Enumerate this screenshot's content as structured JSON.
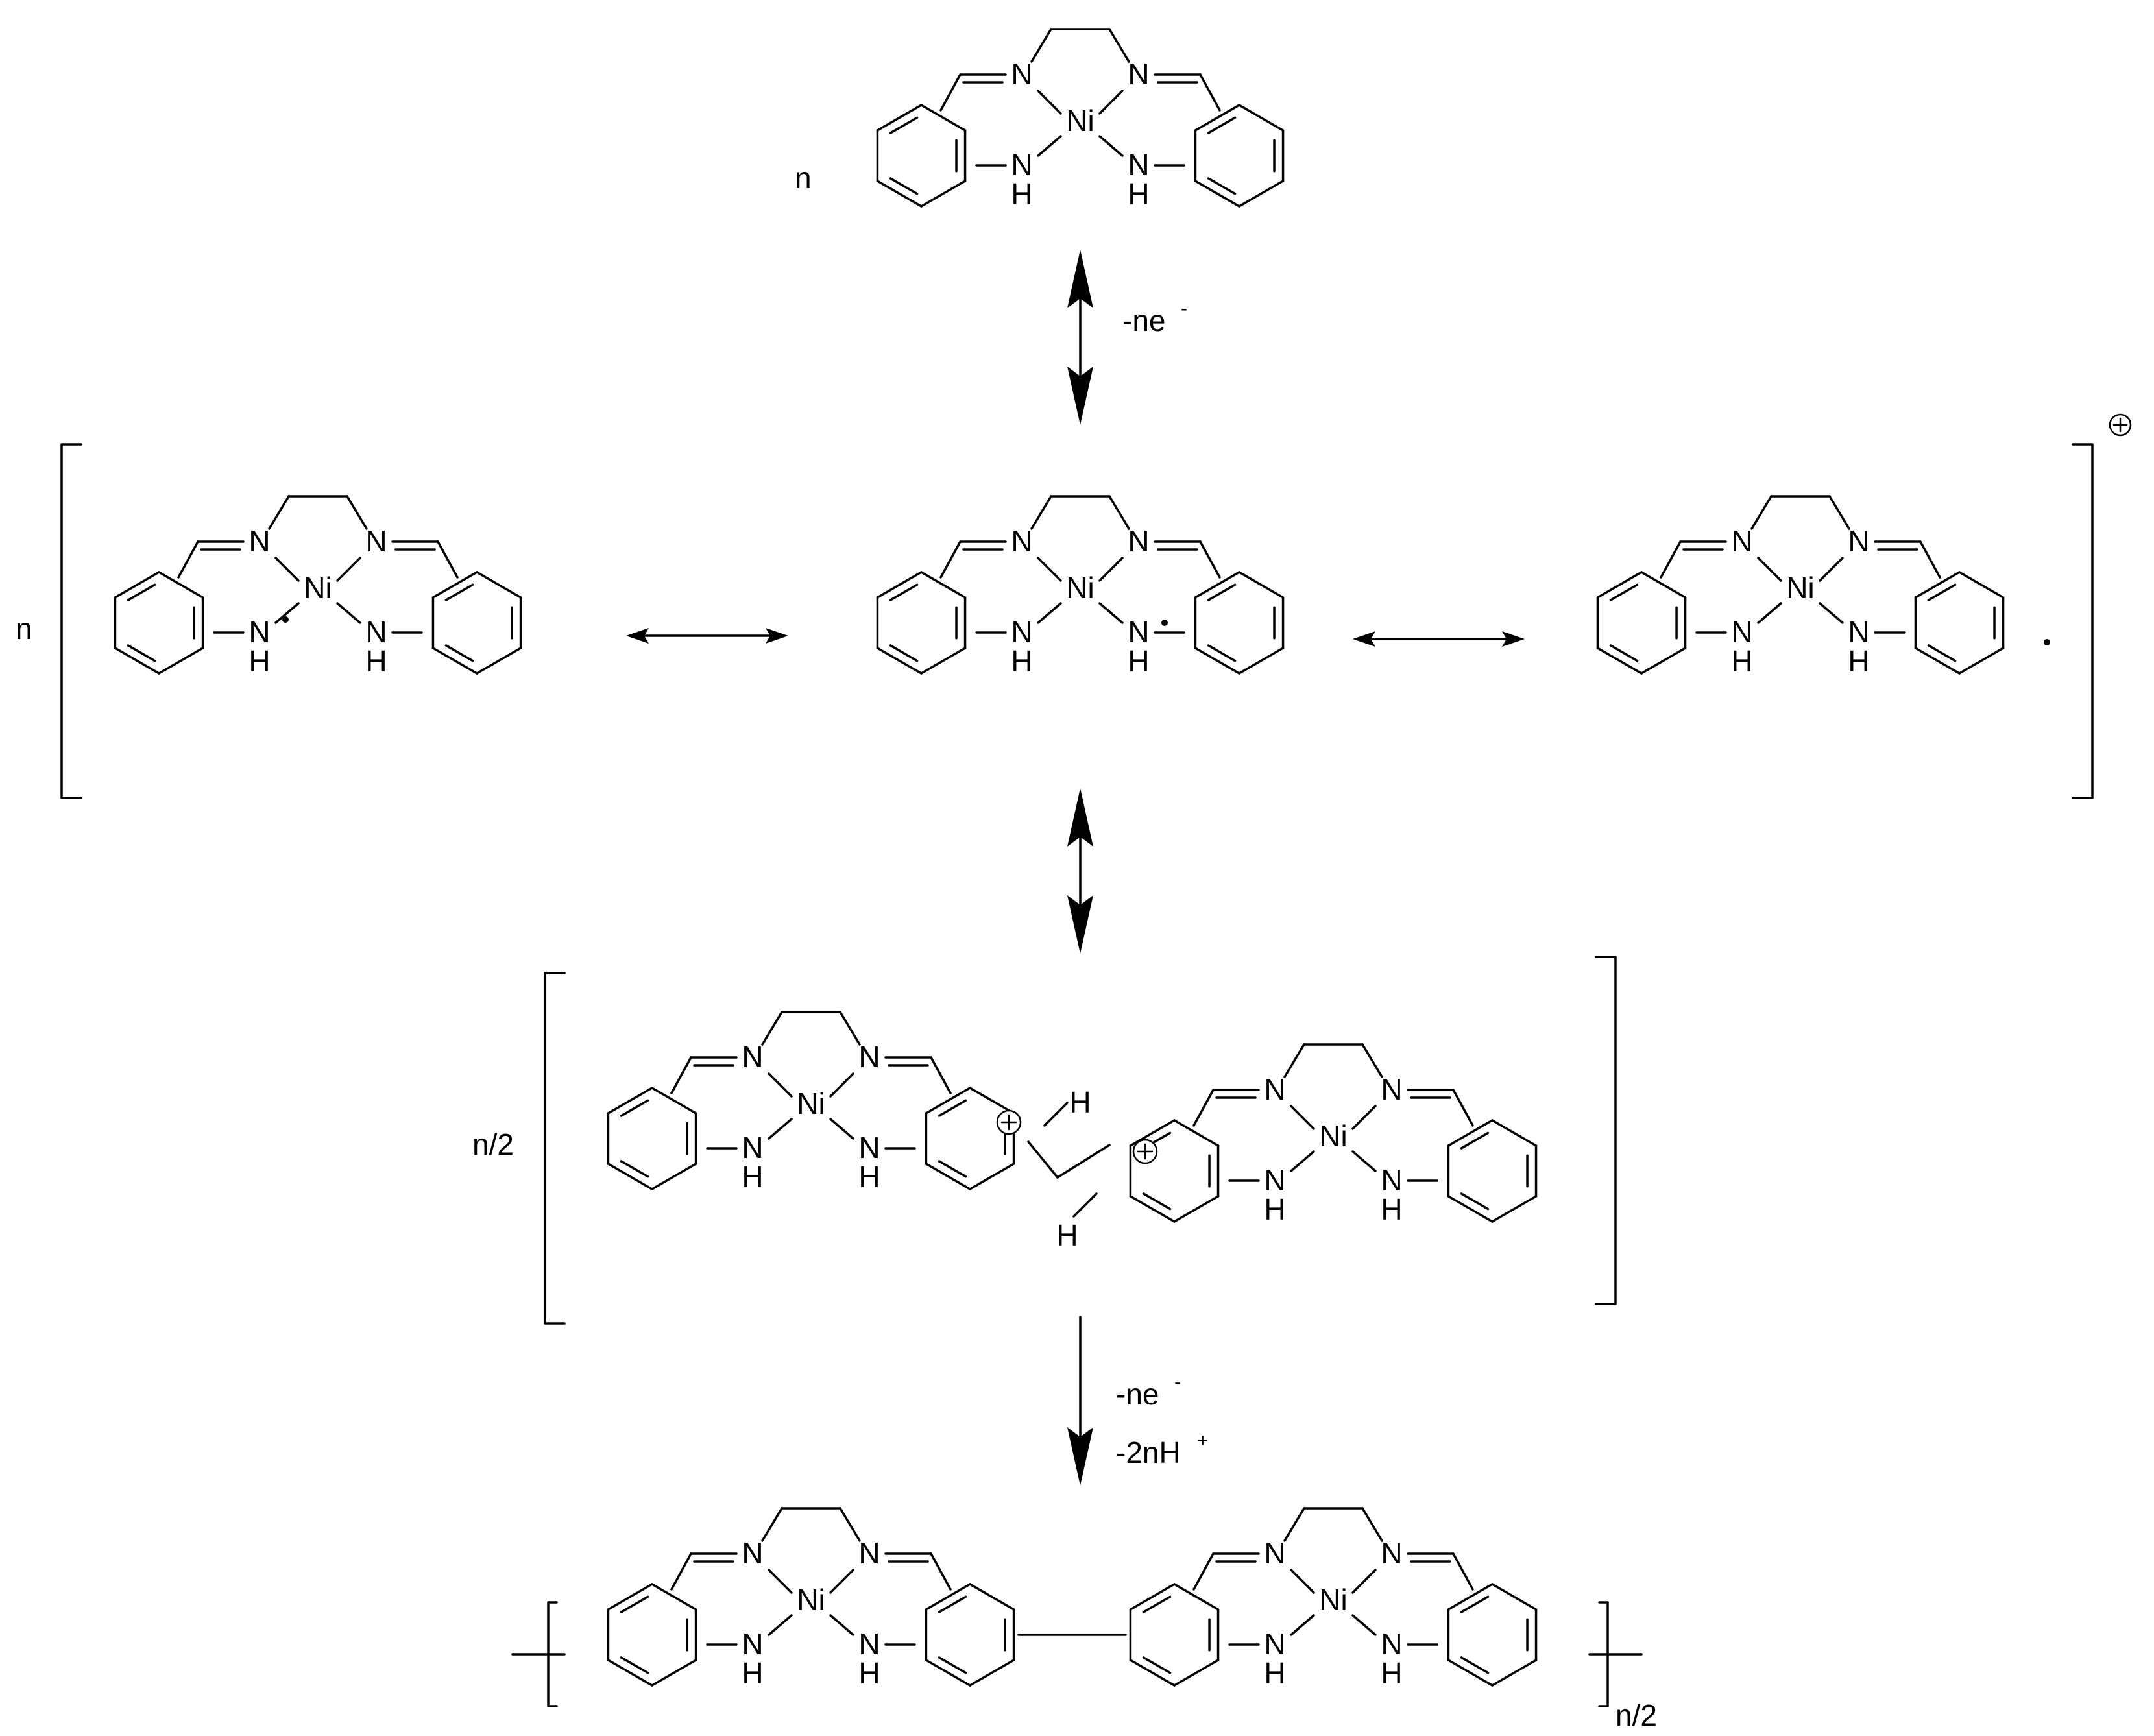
{
  "scheme": {
    "coefficient_n": "n",
    "coefficient_half": "n/2",
    "subscript_half": "n/2",
    "oxidation_step_1": {
      "text": "-ne",
      "sup": "-"
    },
    "oxidation_step_2": {
      "text": "-ne",
      "sup": "-"
    },
    "deprotonation": {
      "text": "-2nH",
      "sup": "+"
    },
    "atoms": {
      "nickel": "Ni",
      "nitrogen": "N",
      "hydrogen": "H",
      "amine": "NH"
    },
    "charges": [
      "radical-cation",
      "cation",
      "radical"
    ],
    "arrow_types": [
      "equilibrium-double-headed",
      "resonance-double-headed",
      "reaction-single-headed"
    ]
  }
}
